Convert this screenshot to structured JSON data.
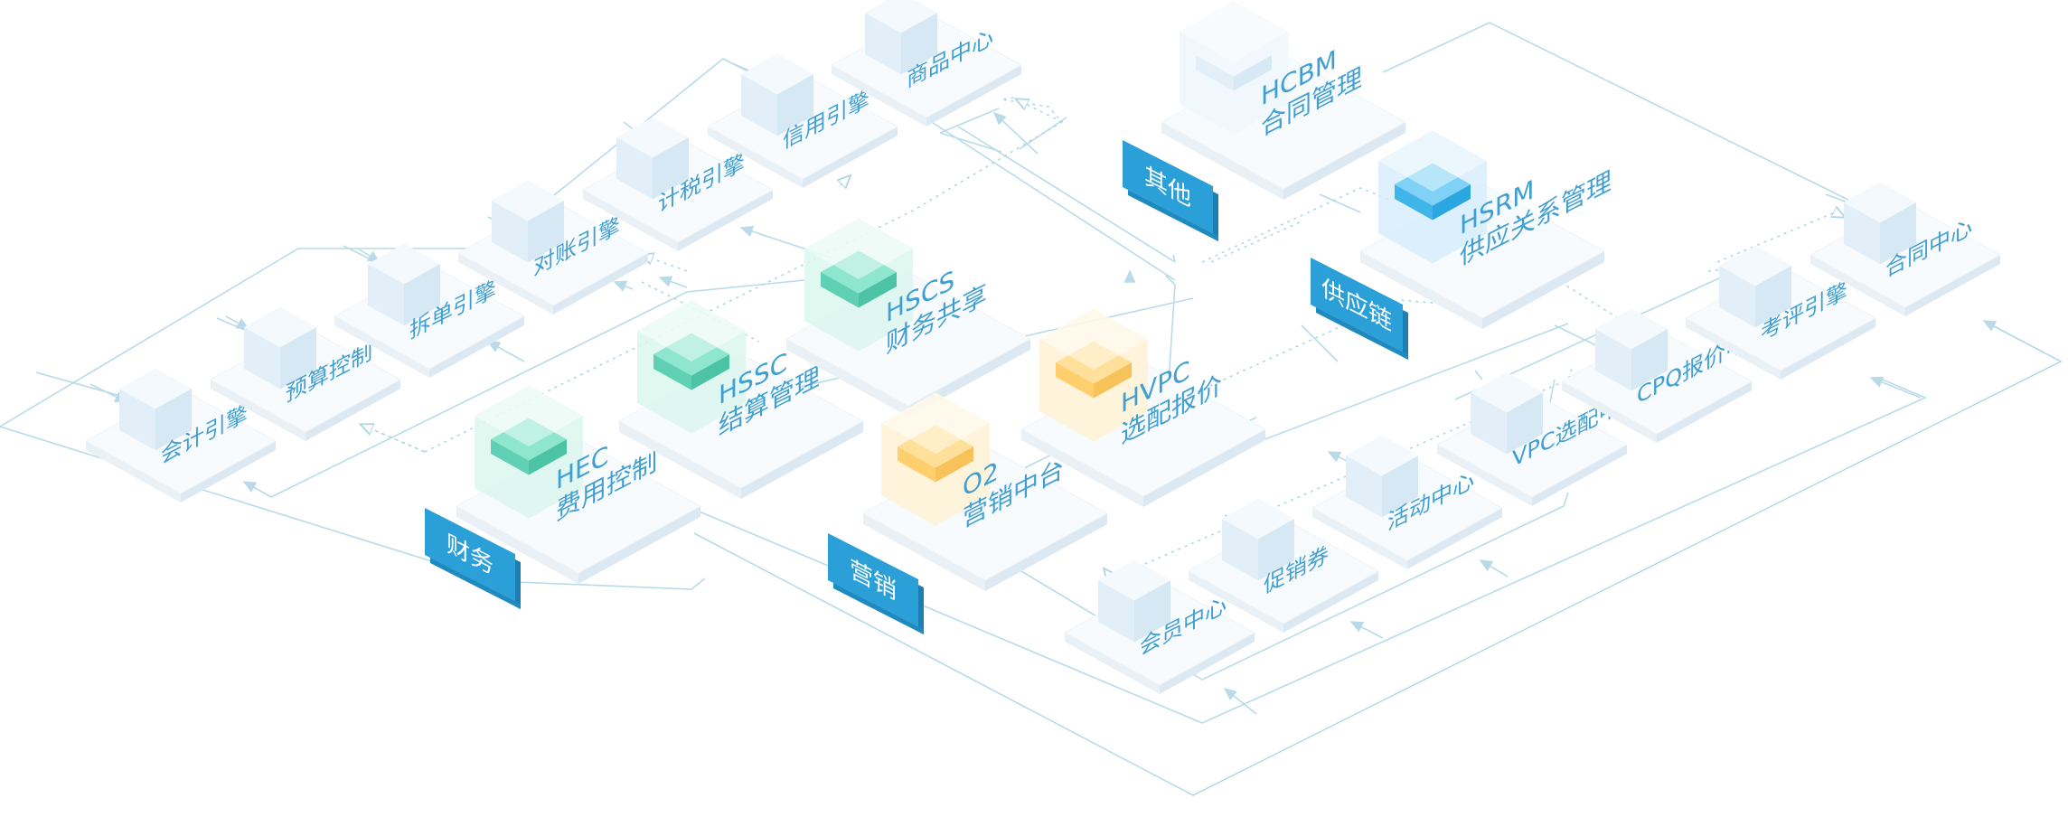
{
  "colors": {
    "line": "#b9dbe9",
    "label": "#3f9fd3",
    "tag_bg": "#2b9fd8",
    "plate_top": "#f6fafd",
    "plate_side": "#e6eff6",
    "cube_light": "#e8f3fb",
    "green": "#6fd8bf",
    "yellow": "#ffd37a",
    "blue": "#3fb7ea"
  },
  "groups": [
    {
      "id": "finance",
      "label": "财务"
    },
    {
      "id": "marketing",
      "label": "营销"
    },
    {
      "id": "supply",
      "label": "供应链"
    },
    {
      "id": "other",
      "label": "其他"
    }
  ],
  "products": [
    {
      "id": "hec",
      "code": "HEC",
      "name": "费用控制",
      "color": "green"
    },
    {
      "id": "hssc",
      "code": "HSSC",
      "name": "结算管理",
      "color": "green"
    },
    {
      "id": "hscs",
      "code": "HSCS",
      "name": "财务共享",
      "color": "green"
    },
    {
      "id": "o2",
      "code": "O2",
      "name": "营销中台",
      "color": "yellow"
    },
    {
      "id": "hvpc",
      "code": "HVPC",
      "name": "选配报价",
      "color": "yellow"
    },
    {
      "id": "hsrm",
      "code": "HSRM",
      "name": "供应关系管理",
      "color": "blue"
    },
    {
      "id": "hcbm",
      "code": "HCBM",
      "name": "合同管理",
      "color": "light"
    }
  ],
  "services": [
    {
      "id": "accounting",
      "label": "会计引擎"
    },
    {
      "id": "budget",
      "label": "预算控制"
    },
    {
      "id": "split",
      "label": "拆单引擎"
    },
    {
      "id": "reconcile",
      "label": "对账引擎"
    },
    {
      "id": "tax",
      "label": "计税引擎"
    },
    {
      "id": "credit",
      "label": "信用引擎"
    },
    {
      "id": "goods",
      "label": "商品中心"
    },
    {
      "id": "member",
      "label": "会员中心"
    },
    {
      "id": "coupon",
      "label": "促销券"
    },
    {
      "id": "activity",
      "label": "活动中心"
    },
    {
      "id": "vpc",
      "label": "VPC选配中心"
    },
    {
      "id": "cpq",
      "label": "CPQ报价中心"
    },
    {
      "id": "evaluation",
      "label": "考评引擎"
    },
    {
      "id": "contract",
      "label": "合同中心"
    }
  ]
}
